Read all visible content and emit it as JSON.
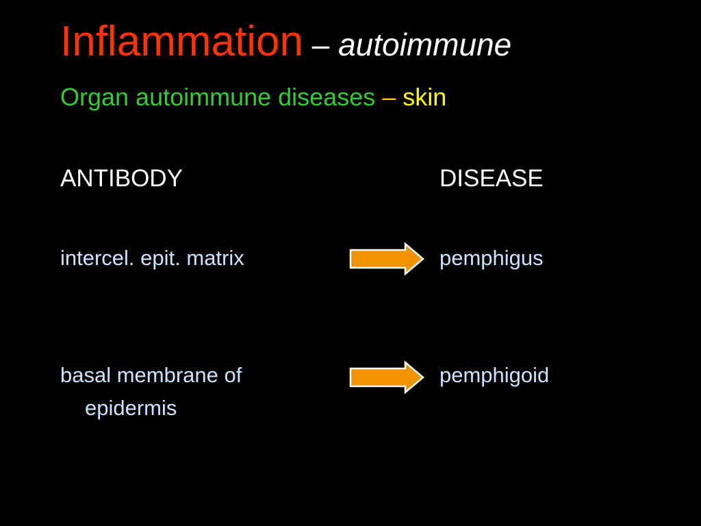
{
  "title": {
    "main": "Inflammation",
    "dash": " – ",
    "italic": "autoimmune"
  },
  "subtitle": {
    "green": "Organ autoimmune diseases ",
    "dash": " – ",
    "yellow": "skin"
  },
  "headers": {
    "antibody": "ANTIBODY",
    "disease": "DISEASE"
  },
  "rows": [
    {
      "antibody_line1": "intercel. epit. matrix",
      "disease": "pemphigus"
    },
    {
      "antibody_line1": "basal membrane of",
      "antibody_line2": "epidermis",
      "disease": "pemphigoid"
    }
  ],
  "colors": {
    "background": "#000000",
    "title": "#ff3300",
    "subtitle_green": "#33cc33",
    "subtitle_yellow": "#ffff00",
    "body_text": "#cce4ff",
    "arrow_fill": "#f39200"
  },
  "icons": {
    "row_arrow": "right-arrow-icon"
  }
}
